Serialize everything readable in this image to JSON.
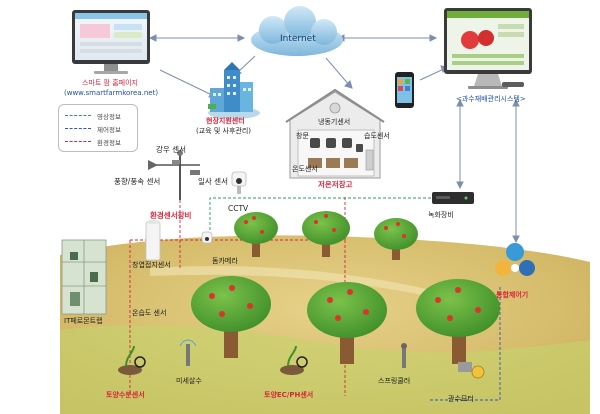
{
  "internet": "Internet",
  "homepage": {
    "title": "스마트 팜 홈페이지",
    "url": "(www.smartfarmkorea.net)"
  },
  "center": {
    "title": "현장지원센터",
    "sub": "(교육 및 사후관리)"
  },
  "mgmt_system": "<과수재배관리시스템>",
  "legend": [
    {
      "label": "영상정보",
      "color": "#2a9d5c"
    },
    {
      "label": "제어정보",
      "color": "#2b59c3"
    },
    {
      "label": "환경정보",
      "color": "#d7263d"
    }
  ],
  "sensors": {
    "rain": "강우 센서",
    "wind": "풍향/풍속 센서",
    "solar": "일사 센서",
    "env_device": "환경센서장비",
    "cctv": "CCTV",
    "dome_camera": "돔카메라",
    "leaf_wet": "창엽접지센서",
    "temp_humid": "온습도 센서",
    "soil_moisture": "토양수분센서",
    "mist": "미세살수",
    "soil_ec": "토양EC/PH센서",
    "sprinkler": "스프링쿨러",
    "irrigation_motor": "관수모터"
  },
  "storage": {
    "title": "저온저장고",
    "freezer": "냉동기센서",
    "door": "창문",
    "humidity": "습도센서",
    "temperature": "온도센서"
  },
  "it_trap": "IT페로몬트랩",
  "recorder": "녹화장비",
  "controller": "통합제어기"
}
